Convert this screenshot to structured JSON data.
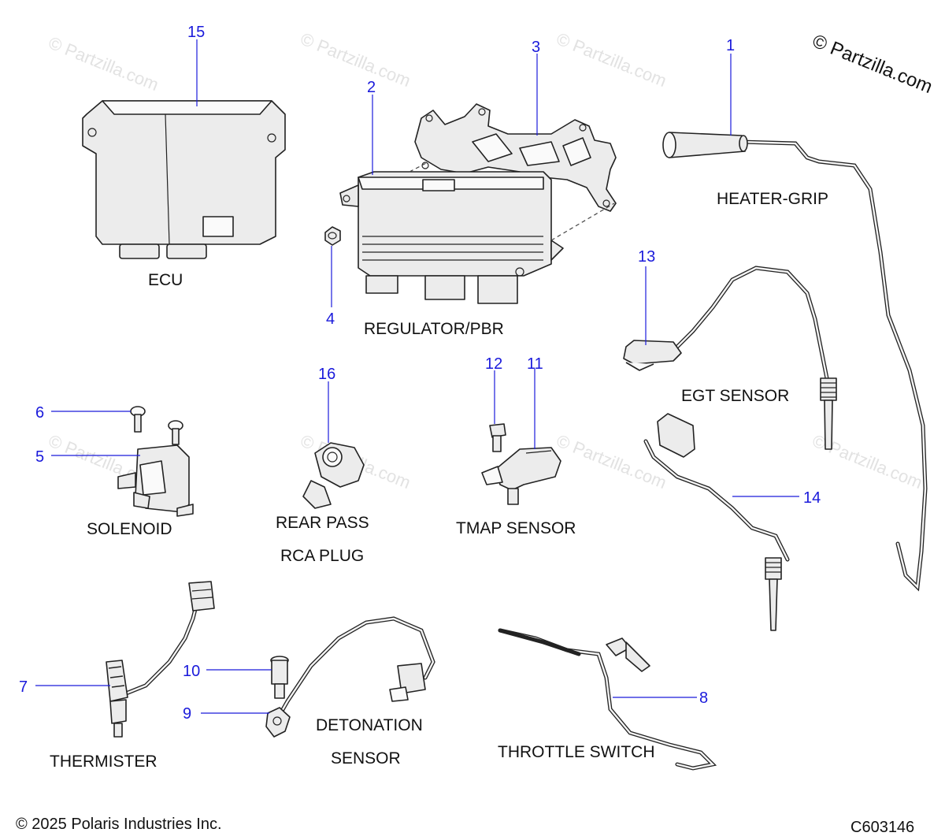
{
  "watermark": "© Partzilla.com",
  "brand": "© Partzilla.com",
  "footer": {
    "copyright": "© 2025 Polaris Industries Inc.",
    "diagram_code": "C603146"
  },
  "callouts": {
    "c1": "1",
    "c2": "2",
    "c3": "3",
    "c4": "4",
    "c5": "5",
    "c6": "6",
    "c7": "7",
    "c8": "8",
    "c9": "9",
    "c10": "10",
    "c11": "11",
    "c12": "12",
    "c13": "13",
    "c14": "14",
    "c15": "15",
    "c16": "16"
  },
  "labels": {
    "ecu": "ECU",
    "regulator": "REGULATOR/PBR",
    "heater_grip": "HEATER-GRIP",
    "egt_sensor": "EGT SENSOR",
    "solenoid": "SOLENOID",
    "rear_pass": "REAR PASS",
    "rca_plug": "RCA PLUG",
    "tmap_sensor": "TMAP SENSOR",
    "thermister": "THERMISTER",
    "detonation": "DETONATION",
    "sensor": "SENSOR",
    "throttle_switch": "THROTTLE SWITCH"
  }
}
